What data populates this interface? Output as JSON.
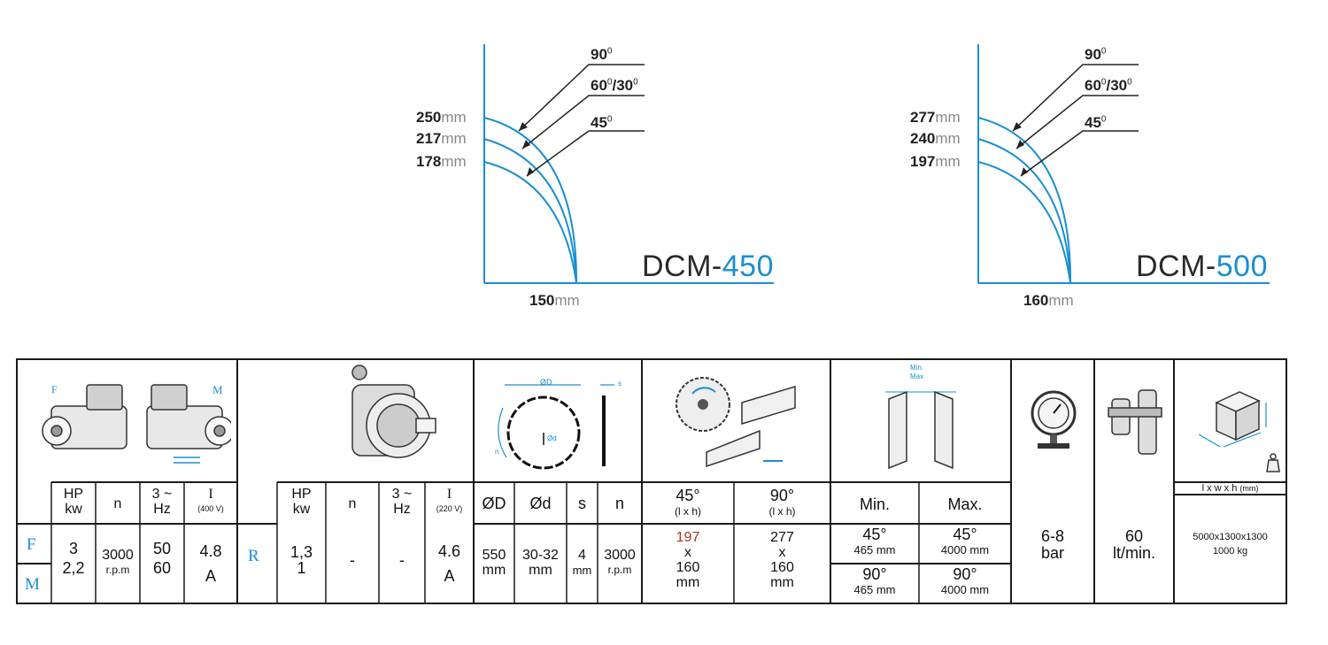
{
  "diagrams": [
    {
      "model_prefix": "DCM-",
      "model_number": "450",
      "heights": [
        {
          "value": "250",
          "unit": "mm"
        },
        {
          "value": "217",
          "unit": "mm"
        },
        {
          "value": "178",
          "unit": "mm"
        }
      ],
      "width": {
        "value": "150",
        "unit": "mm"
      },
      "angles": [
        {
          "value": "90",
          "sup": "0"
        },
        {
          "value": "60",
          "sup": "0",
          "value2": "/30",
          "sup2": "0"
        },
        {
          "value": "45",
          "sup": "0"
        }
      ]
    },
    {
      "model_prefix": "DCM-",
      "model_number": "500",
      "heights": [
        {
          "value": "277",
          "unit": "mm"
        },
        {
          "value": "240",
          "unit": "mm"
        },
        {
          "value": "197",
          "unit": "mm"
        }
      ],
      "width": {
        "value": "160",
        "unit": "mm"
      },
      "angles": [
        {
          "value": "90",
          "sup": "0"
        },
        {
          "value": "60",
          "sup": "0",
          "value2": "/30",
          "sup2": "0"
        },
        {
          "value": "45",
          "sup": "0"
        }
      ]
    }
  ],
  "motor_labels": {
    "f": "F",
    "m": "M",
    "r": "R"
  },
  "feed_motor": {
    "headers": {
      "hp": "HP",
      "kw": "kw",
      "n": "n",
      "phase": "3 ~",
      "hz": "Hz",
      "i": "I",
      "volt": "(400 V)"
    },
    "values": {
      "hp": "3",
      "kw": "2,2",
      "n": "3000",
      "n_unit": "r.p.m",
      "hz1": "50",
      "hz2": "60",
      "i": "4.8",
      "i_unit": "A"
    }
  },
  "rotary_motor": {
    "headers": {
      "hp": "HP",
      "kw": "kw",
      "n": "n",
      "phase": "3 ~",
      "hz": "Hz",
      "i": "I",
      "volt": "(220 V)"
    },
    "values": {
      "hp": "1,3",
      "kw": "1",
      "n": "-",
      "hz": "-",
      "i": "4.6",
      "i_unit": "A"
    }
  },
  "blade": {
    "headers": {
      "d_outer": "ØD",
      "d_inner": "Ød",
      "s": "s",
      "n": "n"
    },
    "icon_labels": {
      "d_outer": "ØD",
      "d_inner": "Ød",
      "s": "s",
      "n": "n"
    },
    "values": {
      "d_outer": "550",
      "d_outer_unit": "mm",
      "d_inner": "30-32",
      "d_inner_unit": "mm",
      "s": "4",
      "s_unit": "mm",
      "n": "3000",
      "n_unit": "r.p.m"
    }
  },
  "cut_capacity": {
    "h45": "45°",
    "h45_sub": "(l x h)",
    "h90": "90°",
    "h90_sub": "(l x h)",
    "v45": [
      "197",
      "x",
      "160",
      "mm"
    ],
    "v90": [
      "277",
      "x",
      "160",
      "mm"
    ]
  },
  "profile_length": {
    "icon_min": "Min.",
    "icon_max": "Max",
    "h_min": "Min.",
    "h_max": "Max.",
    "rows": [
      {
        "min_angle": "45°",
        "min_val": "465 mm",
        "max_angle": "45°",
        "max_val": "4000 mm"
      },
      {
        "min_angle": "90°",
        "min_val": "465 mm",
        "max_angle": "90°",
        "max_val": "4000 mm"
      }
    ]
  },
  "air_pressure": {
    "value": "6-8",
    "unit": "bar"
  },
  "air_consumption": {
    "value": "60",
    "unit": "lt/min."
  },
  "dimensions": {
    "header": "l x w x h",
    "header_unit": "(mm)",
    "size": "5000x1300x1300",
    "weight": "1000 kg"
  },
  "colors": {
    "accent": "#1a8fd0",
    "line": "#1a1a1a"
  },
  "icons": [
    "motors-icon",
    "rotary-motor-icon",
    "blade-diagram-icon",
    "cutting-capacity-icon",
    "profile-length-icon",
    "pressure-gauge-icon",
    "air-filter-icon",
    "dimensions-box-icon",
    "weight-icon"
  ]
}
